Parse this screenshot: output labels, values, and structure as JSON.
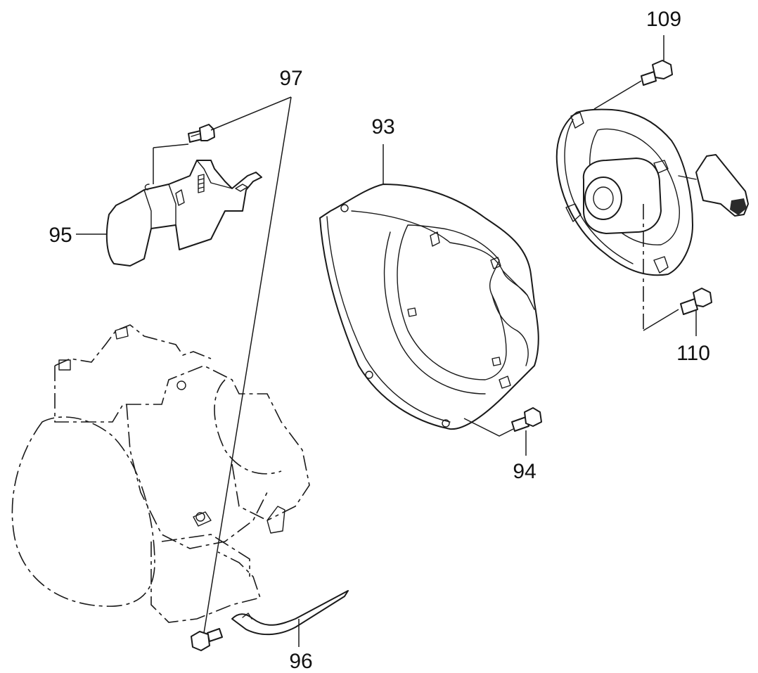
{
  "callouts": {
    "p93": "93",
    "p94": "94",
    "p95": "95",
    "p96": "96",
    "p97": "97",
    "p109": "109",
    "p110": "110"
  },
  "colors": {
    "ink": "#1a1a1a",
    "background": "#ffffff"
  }
}
